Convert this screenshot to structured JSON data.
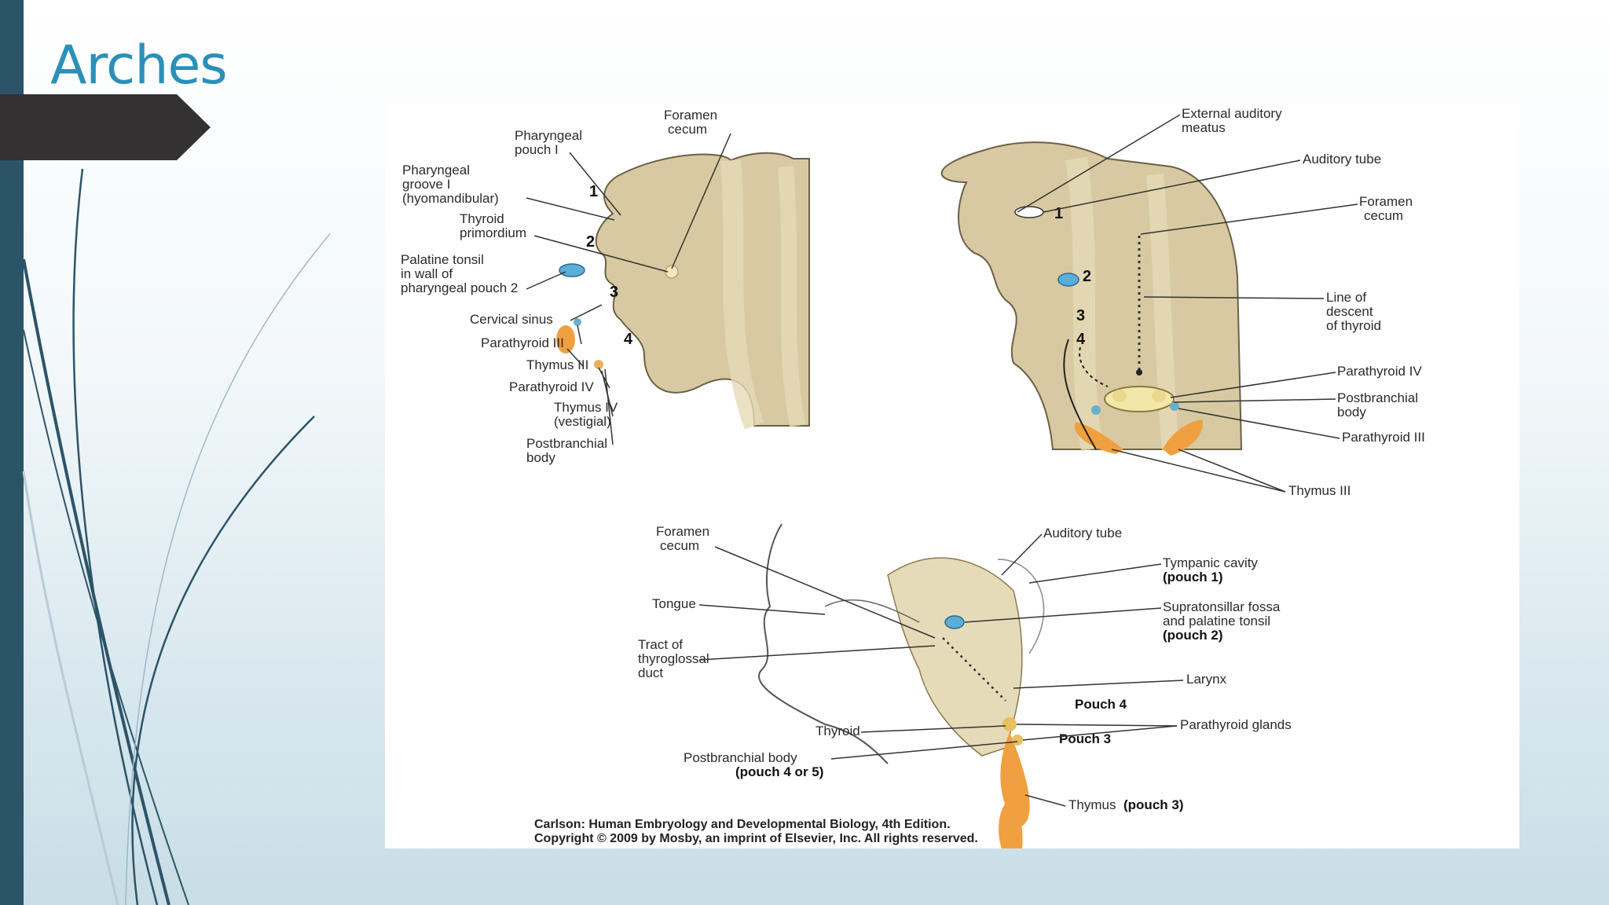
{
  "slide": {
    "title": "Arches",
    "colors": {
      "title": "#2b90b8",
      "left_bar": "#2c5468",
      "tab": "#333132",
      "tissue": "#d8c9a2",
      "thymus": "#f0a040",
      "tonsil": "#5aaed8"
    }
  },
  "figure": {
    "panel_a": {
      "pharyngeal_pouch_1": [
        "Pharyngeal",
        "pouch I"
      ],
      "pharyngeal_groove_1": [
        "Pharyngeal",
        "groove I",
        "(hyomandibular)"
      ],
      "thyroid_primordium": [
        "Thyroid",
        "primordium"
      ],
      "palatine_tonsil": [
        "Palatine tonsil",
        "in wall of",
        "pharyngeal pouch 2"
      ],
      "cervical_sinus": "Cervical sinus",
      "parathyroid_3": "Parathyroid III",
      "thymus_3": "Thymus III",
      "parathyroid_4": "Parathyroid IV",
      "thymus_4": [
        "Thymus IV",
        "(vestigial)"
      ],
      "postbranchial_body": [
        "Postbranchial",
        "body"
      ],
      "foramen_cecum": [
        "Foramen",
        "cecum"
      ],
      "arch_numbers": [
        "1",
        "2",
        "3",
        "4"
      ]
    },
    "panel_b": {
      "external_auditory_meatus": [
        "External auditory",
        "meatus"
      ],
      "auditory_tube": "Auditory tube",
      "foramen_cecum": [
        "Foramen",
        "cecum"
      ],
      "line_of_descent": [
        "Line of",
        "descent",
        "of thyroid"
      ],
      "parathyroid_4": "Parathyroid IV",
      "postbranchial_body": [
        "Postbranchial",
        "body"
      ],
      "parathyroid_3": "Parathyroid III",
      "thymus_3": "Thymus III",
      "arch_numbers": [
        "1",
        "2",
        "3",
        "4"
      ]
    },
    "panel_c": {
      "foramen_cecum": [
        "Foramen",
        "cecum"
      ],
      "tongue": "Tongue",
      "thyroglossal_tract": [
        "Tract of",
        "thyroglossal",
        "duct"
      ],
      "thyroid": "Thyroid",
      "postbranchial_body": "Postbranchial body",
      "postbranchial_pouch": "(pouch 4 or 5)",
      "auditory_tube": "Auditory tube",
      "tympanic_cavity": "Tympanic cavity",
      "tympanic_pouch": "(pouch 1)",
      "supratonsillar": [
        "Supratonsillar fossa",
        "and palatine tonsil"
      ],
      "supratonsillar_pouch": "(pouch 2)",
      "larynx": "Larynx",
      "pouch_4": "Pouch 4",
      "pouch_3": "Pouch 3",
      "parathyroid_glands": "Parathyroid glands",
      "thymus": "Thymus",
      "thymus_pouch": "(pouch 3)"
    },
    "caption": [
      "Carlson: Human Embryology and Developmental Biology, 4th Edition.",
      "Copyright © 2009 by Mosby, an imprint of Elsevier, Inc. All rights reserved."
    ]
  }
}
